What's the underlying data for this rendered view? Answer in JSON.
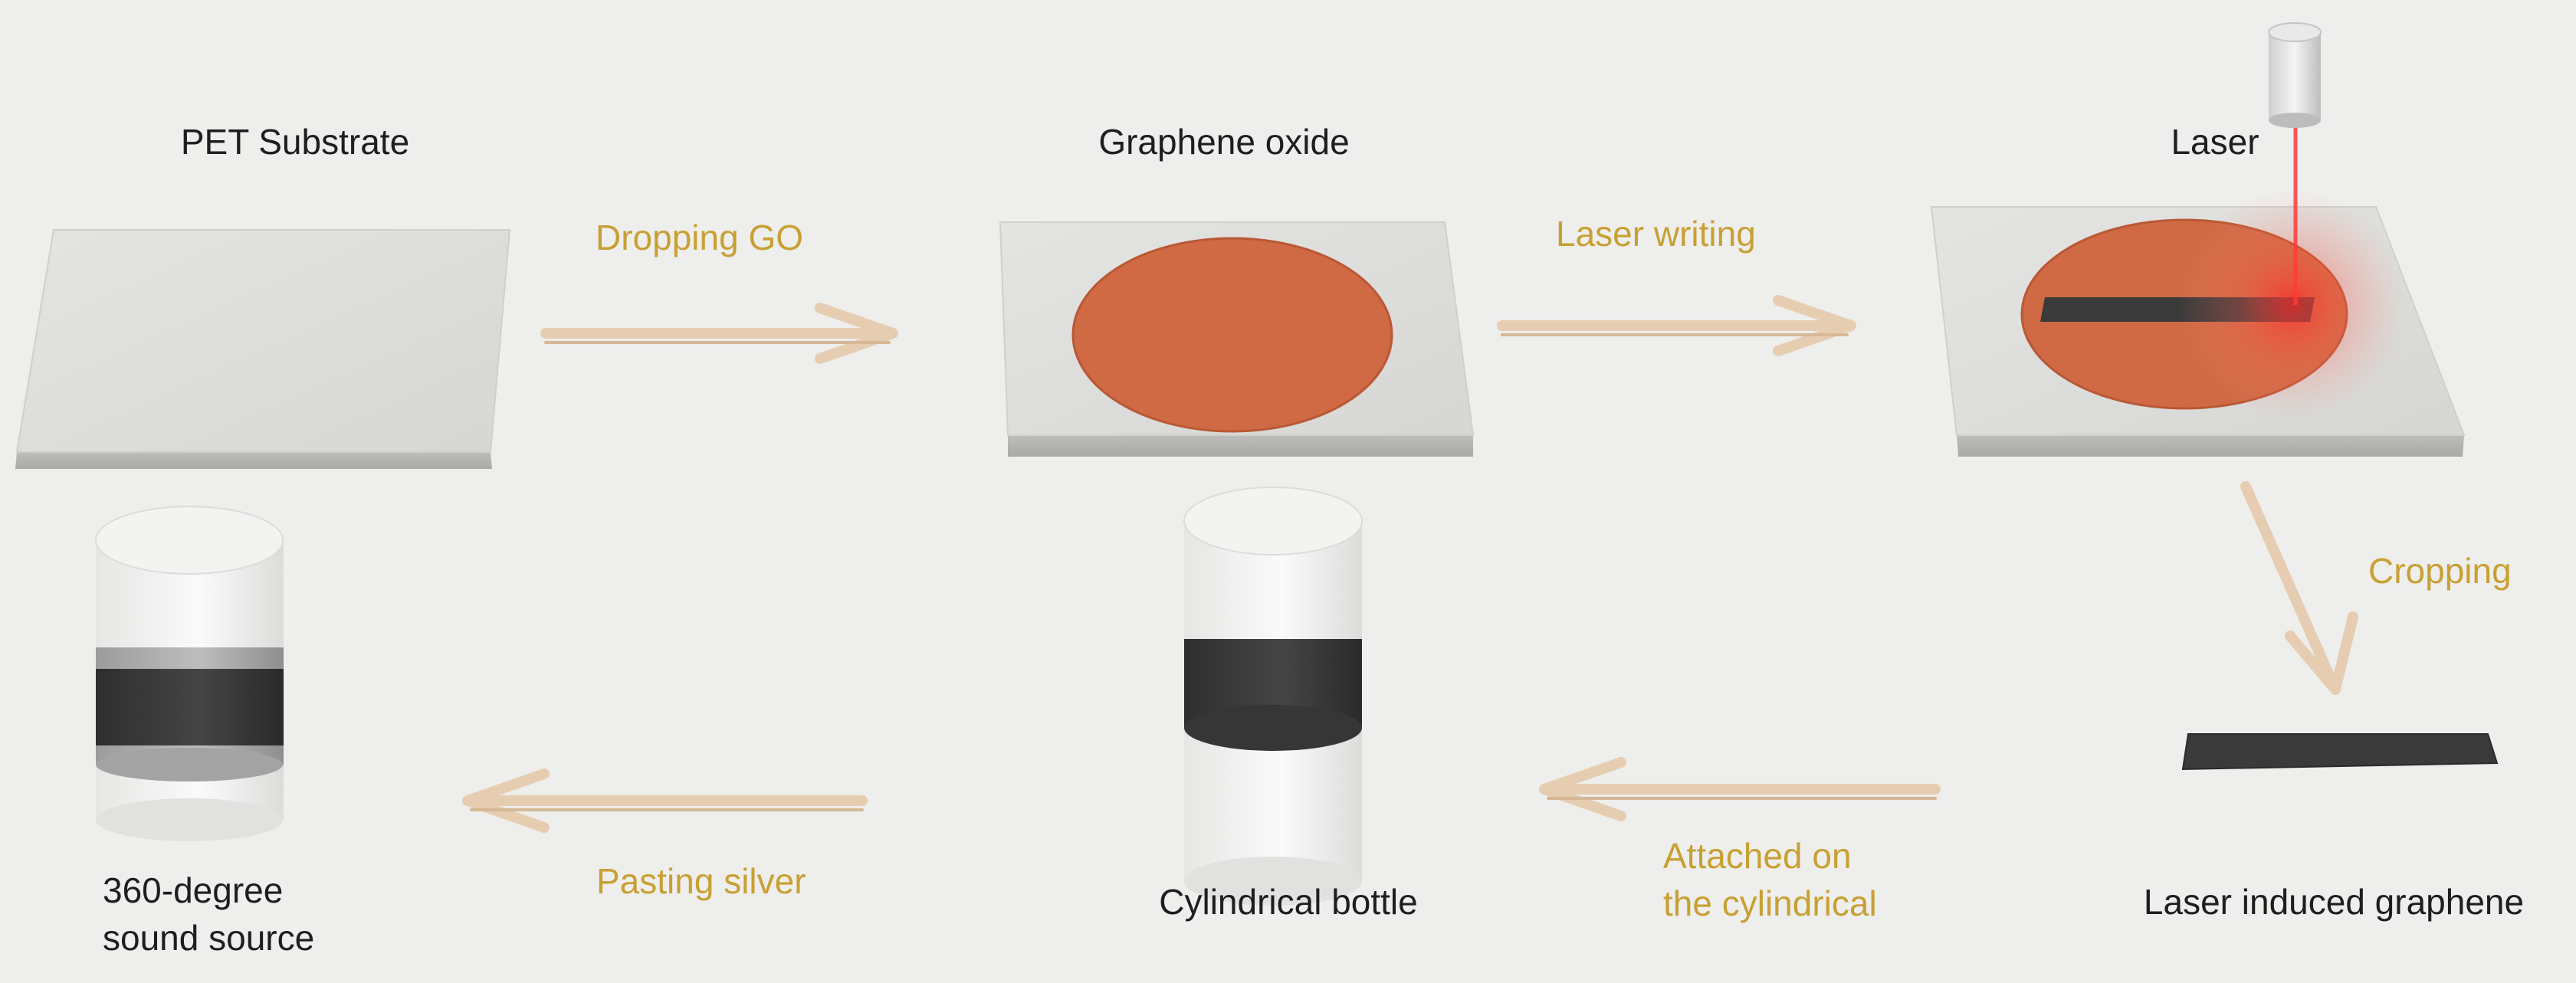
{
  "colors": {
    "background": "#eeeeec",
    "substrate": "#dcdcda",
    "graphene_oxide": "#cf6a45",
    "graphene": "#3a3a3a",
    "arrow": "#e6cdb2",
    "step_text": "#c8a033",
    "object_text": "#1e1e1e",
    "laser_beam": "#ff3b3b"
  },
  "labels": {
    "pet_substrate": "PET Substrate",
    "graphene_oxide": "Graphene oxide",
    "laser": "Laser",
    "laser_induced_graphene": "Laser induced graphene",
    "cylindrical_bottle": "Cylindrical bottle",
    "sound_source_line1": "360-degree",
    "sound_source_line2": "sound source"
  },
  "steps": {
    "dropping_go": "Dropping GO",
    "laser_writing": "Laser writing",
    "cropping": "Cropping",
    "attached_line1": "Attached on",
    "attached_line2": "the cylindrical",
    "pasting_silver": "Pasting silver"
  }
}
